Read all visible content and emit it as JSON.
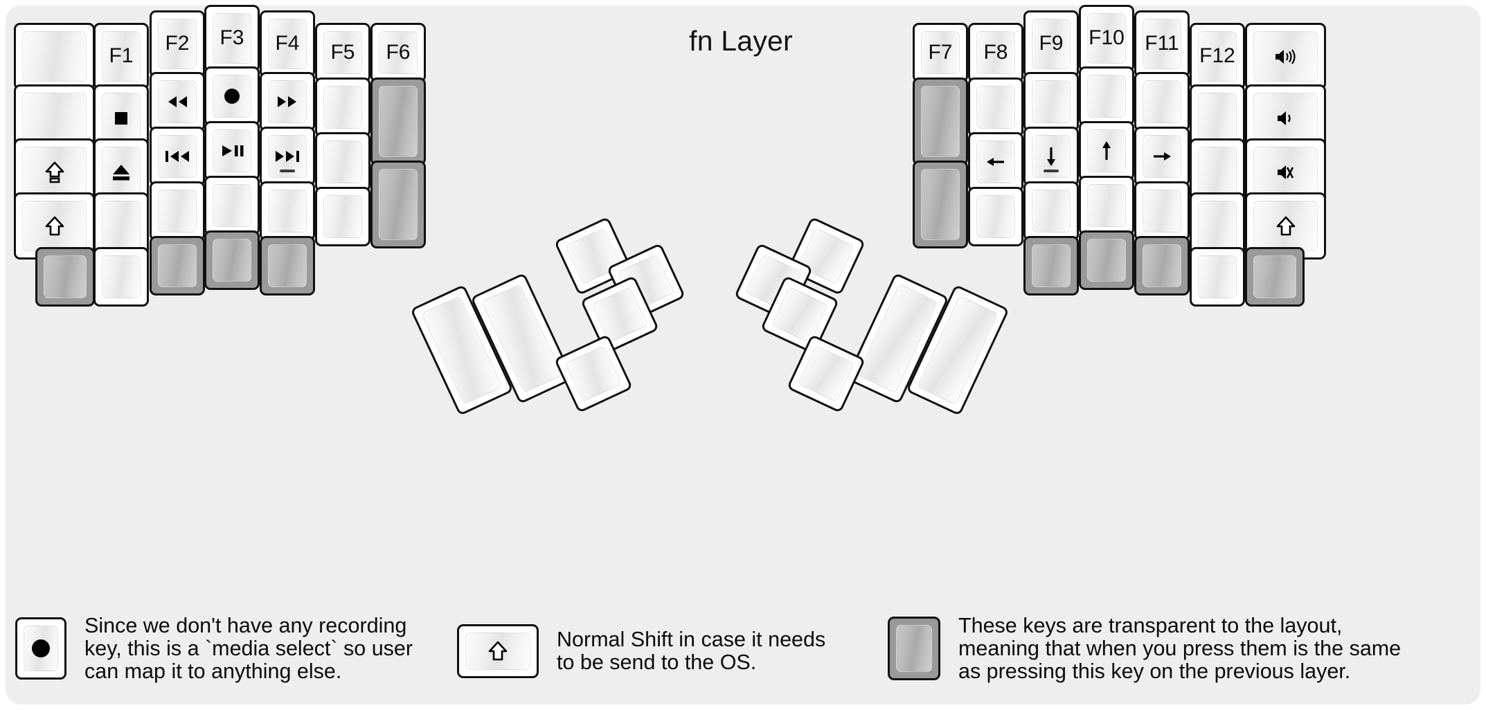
{
  "title": "fn Layer",
  "colors": {
    "background": "#eeeeee",
    "page": "#ffffff",
    "key_border": "#111111",
    "key_face_light": "#fbfbfb",
    "key_face_mid": "#e4e4e4",
    "transparent_key": "#9a9a9a",
    "text": "#0d0d0d"
  },
  "left_half": {
    "name": "left-key-grid",
    "columns": [
      {
        "name": "col-outer-left",
        "keys": [
          {
            "name": "key-blank-r1c0",
            "label": "",
            "icon": "",
            "state": "normal"
          },
          {
            "name": "key-blank-r2c0",
            "label": "",
            "icon": "",
            "state": "normal"
          },
          {
            "name": "key-capslock",
            "label": "",
            "icon": "caps-lock-icon",
            "state": "normal"
          },
          {
            "name": "key-shift-left",
            "label": "",
            "icon": "shift-icon",
            "state": "normal"
          },
          {
            "name": "key-trans-bottom-left",
            "label": "",
            "icon": "",
            "state": "transparent"
          }
        ]
      },
      {
        "name": "col-f1",
        "keys": [
          {
            "name": "key-f1",
            "label": "F1",
            "icon": "",
            "state": "normal"
          },
          {
            "name": "key-stop",
            "label": "",
            "icon": "media-stop-icon",
            "state": "normal"
          },
          {
            "name": "key-eject",
            "label": "",
            "icon": "media-eject-icon",
            "state": "normal"
          },
          {
            "name": "key-blank-r4c1",
            "label": "",
            "icon": "",
            "state": "normal"
          },
          {
            "name": "key-blank-r5c1",
            "label": "",
            "icon": "",
            "state": "normal"
          }
        ]
      },
      {
        "name": "col-f2",
        "keys": [
          {
            "name": "key-f2",
            "label": "F2",
            "icon": "",
            "state": "normal"
          },
          {
            "name": "key-rewind",
            "label": "",
            "icon": "media-rewind-icon",
            "state": "normal"
          },
          {
            "name": "key-prev-track",
            "label": "",
            "icon": "media-prev-track-icon",
            "state": "normal"
          },
          {
            "name": "key-blank-r4c2",
            "label": "",
            "icon": "",
            "state": "normal"
          },
          {
            "name": "key-trans-r5c2",
            "label": "",
            "icon": "",
            "state": "transparent"
          }
        ]
      },
      {
        "name": "col-f3",
        "keys": [
          {
            "name": "key-f3",
            "label": "F3",
            "icon": "",
            "state": "normal"
          },
          {
            "name": "key-record",
            "label": "",
            "icon": "media-record-icon",
            "state": "normal"
          },
          {
            "name": "key-play-pause",
            "label": "",
            "icon": "media-play-pause-icon",
            "state": "normal"
          },
          {
            "name": "key-blank-r4c3",
            "label": "",
            "icon": "",
            "state": "normal"
          },
          {
            "name": "key-trans-r5c3",
            "label": "",
            "icon": "",
            "state": "transparent"
          }
        ]
      },
      {
        "name": "col-f4",
        "keys": [
          {
            "name": "key-f4",
            "label": "F4",
            "icon": "",
            "state": "normal"
          },
          {
            "name": "key-fast-forward",
            "label": "",
            "icon": "media-fast-forward-icon",
            "state": "normal"
          },
          {
            "name": "key-next-track",
            "label": "",
            "icon": "media-next-track-icon",
            "state": "normal",
            "homerow": true
          },
          {
            "name": "key-blank-r4c4",
            "label": "",
            "icon": "",
            "state": "normal"
          },
          {
            "name": "key-trans-r5c4",
            "label": "",
            "icon": "",
            "state": "transparent"
          }
        ]
      },
      {
        "name": "col-f5",
        "keys": [
          {
            "name": "key-f5",
            "label": "F5",
            "icon": "",
            "state": "normal"
          },
          {
            "name": "key-blank-r2c5",
            "label": "",
            "icon": "",
            "state": "normal"
          },
          {
            "name": "key-blank-r3c5",
            "label": "",
            "icon": "",
            "state": "normal"
          },
          {
            "name": "key-blank-r4c5",
            "label": "",
            "icon": "",
            "state": "normal"
          }
        ]
      },
      {
        "name": "col-f6",
        "keys": [
          {
            "name": "key-f6",
            "label": "F6",
            "icon": "",
            "state": "normal"
          },
          {
            "name": "key-trans-tall-1",
            "label": "",
            "icon": "",
            "state": "transparent"
          },
          {
            "name": "key-trans-tall-2",
            "label": "",
            "icon": "",
            "state": "transparent"
          }
        ]
      }
    ]
  },
  "right_half": {
    "name": "right-key-grid",
    "columns": [
      {
        "name": "col-f7",
        "keys": [
          {
            "name": "key-f7",
            "label": "F7",
            "icon": "",
            "state": "normal"
          },
          {
            "name": "key-trans-tall-3",
            "label": "",
            "icon": "",
            "state": "transparent"
          },
          {
            "name": "key-trans-tall-4",
            "label": "",
            "icon": "",
            "state": "transparent"
          }
        ]
      },
      {
        "name": "col-f8",
        "keys": [
          {
            "name": "key-f8",
            "label": "F8",
            "icon": "",
            "state": "normal"
          },
          {
            "name": "key-blank-r2c8",
            "label": "",
            "icon": "",
            "state": "normal"
          },
          {
            "name": "key-arrow-left",
            "label": "",
            "icon": "arrow-left-icon",
            "state": "normal"
          },
          {
            "name": "key-blank-r4c8",
            "label": "",
            "icon": "",
            "state": "normal"
          }
        ]
      },
      {
        "name": "col-f9",
        "keys": [
          {
            "name": "key-f9",
            "label": "F9",
            "icon": "",
            "state": "normal"
          },
          {
            "name": "key-blank-r2c9",
            "label": "",
            "icon": "",
            "state": "normal"
          },
          {
            "name": "key-arrow-down",
            "label": "",
            "icon": "arrow-down-icon",
            "state": "normal",
            "homerow": true
          },
          {
            "name": "key-blank-r4c9",
            "label": "",
            "icon": "",
            "state": "normal"
          },
          {
            "name": "key-trans-r5c9",
            "label": "",
            "icon": "",
            "state": "transparent"
          }
        ]
      },
      {
        "name": "col-f10",
        "keys": [
          {
            "name": "key-f10",
            "label": "F10",
            "icon": "",
            "state": "normal"
          },
          {
            "name": "key-blank-r2c10",
            "label": "",
            "icon": "",
            "state": "normal"
          },
          {
            "name": "key-arrow-up",
            "label": "",
            "icon": "arrow-up-icon",
            "state": "normal"
          },
          {
            "name": "key-blank-r4c10",
            "label": "",
            "icon": "",
            "state": "normal"
          },
          {
            "name": "key-trans-r5c10",
            "label": "",
            "icon": "",
            "state": "transparent"
          }
        ]
      },
      {
        "name": "col-f11",
        "keys": [
          {
            "name": "key-f11",
            "label": "F11",
            "icon": "",
            "state": "normal"
          },
          {
            "name": "key-blank-r2c11",
            "label": "",
            "icon": "",
            "state": "normal"
          },
          {
            "name": "key-arrow-right",
            "label": "",
            "icon": "arrow-right-icon",
            "state": "normal"
          },
          {
            "name": "key-blank-r4c11",
            "label": "",
            "icon": "",
            "state": "normal"
          },
          {
            "name": "key-trans-r5c11",
            "label": "",
            "icon": "",
            "state": "transparent"
          }
        ]
      },
      {
        "name": "col-f12",
        "keys": [
          {
            "name": "key-f12",
            "label": "F12",
            "icon": "",
            "state": "normal"
          },
          {
            "name": "key-blank-r2c12",
            "label": "",
            "icon": "",
            "state": "normal"
          },
          {
            "name": "key-blank-r3c12",
            "label": "",
            "icon": "",
            "state": "normal"
          },
          {
            "name": "key-blank-r4c12",
            "label": "",
            "icon": "",
            "state": "normal"
          },
          {
            "name": "key-blank-r5c12",
            "label": "",
            "icon": "",
            "state": "normal"
          }
        ]
      },
      {
        "name": "col-outer-right",
        "keys": [
          {
            "name": "key-volume-up",
            "label": "",
            "icon": "volume-up-icon",
            "state": "normal"
          },
          {
            "name": "key-volume-down",
            "label": "",
            "icon": "volume-down-icon",
            "state": "normal"
          },
          {
            "name": "key-volume-mute",
            "label": "",
            "icon": "volume-mute-icon",
            "state": "normal"
          },
          {
            "name": "key-shift-right",
            "label": "",
            "icon": "shift-icon",
            "state": "normal"
          },
          {
            "name": "key-trans-bottom-right",
            "label": "",
            "icon": "",
            "state": "transparent"
          }
        ]
      }
    ]
  },
  "thumb_clusters": {
    "left": {
      "name": "left-thumb-cluster",
      "keys": [
        {
          "name": "thumb-left-big-1",
          "label": "",
          "icon": "",
          "state": "normal",
          "size": "2u"
        },
        {
          "name": "thumb-left-big-2",
          "label": "",
          "icon": "",
          "state": "normal",
          "size": "2u"
        },
        {
          "name": "thumb-left-small-1",
          "label": "",
          "icon": "",
          "state": "normal",
          "size": "1u"
        },
        {
          "name": "thumb-left-small-2",
          "label": "",
          "icon": "",
          "state": "normal",
          "size": "1u"
        },
        {
          "name": "thumb-left-small-3",
          "label": "",
          "icon": "",
          "state": "normal",
          "size": "1u"
        },
        {
          "name": "thumb-left-small-4",
          "label": "",
          "icon": "",
          "state": "normal",
          "size": "1u"
        }
      ]
    },
    "right": {
      "name": "right-thumb-cluster",
      "keys": [
        {
          "name": "thumb-right-big-1",
          "label": "",
          "icon": "",
          "state": "normal",
          "size": "2u"
        },
        {
          "name": "thumb-right-big-2",
          "label": "",
          "icon": "",
          "state": "normal",
          "size": "2u"
        },
        {
          "name": "thumb-right-small-1",
          "label": "",
          "icon": "",
          "state": "normal",
          "size": "1u"
        },
        {
          "name": "thumb-right-small-2",
          "label": "",
          "icon": "",
          "state": "normal",
          "size": "1u"
        },
        {
          "name": "thumb-right-small-3",
          "label": "",
          "icon": "",
          "state": "normal",
          "size": "1u"
        },
        {
          "name": "thumb-right-small-4",
          "label": "",
          "icon": "",
          "state": "normal",
          "size": "1u"
        }
      ]
    }
  },
  "legend": [
    {
      "name": "legend-media-select",
      "icon": "media-record-icon",
      "state": "normal",
      "text": "Since we don't have any recording\nkey, this is a `media select` so user\ncan map it to anything else."
    },
    {
      "name": "legend-normal-shift",
      "icon": "shift-icon",
      "state": "normal",
      "text": "Normal Shift in case it needs\nto be send to the OS."
    },
    {
      "name": "legend-transparent",
      "icon": "",
      "state": "transparent",
      "text": "These keys are transparent to the layout,\nmeaning that when you press them is the same\nas pressing this key on the previous layer."
    }
  ]
}
